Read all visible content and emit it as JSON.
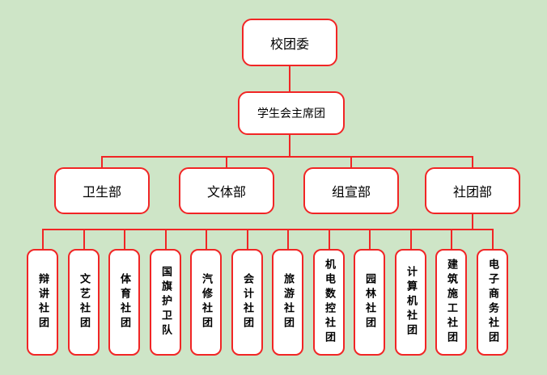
{
  "colors": {
    "background": "#cee5c7",
    "node_fill": "#ffffff",
    "accent_border": "#f12525",
    "text": "#000000"
  },
  "org": {
    "root": {
      "label": "校团委"
    },
    "presidium": {
      "label": "学生会主席团"
    },
    "departments": [
      {
        "label": "卫生部"
      },
      {
        "label": "文体部"
      },
      {
        "label": "组宣部"
      },
      {
        "label": "社团部"
      }
    ],
    "clubs": [
      {
        "label": "辩讲社团"
      },
      {
        "label": "文艺社团"
      },
      {
        "label": "体育社团"
      },
      {
        "label": "国旗护卫队"
      },
      {
        "label": "汽修社团"
      },
      {
        "label": "会计社团"
      },
      {
        "label": "旅游社团"
      },
      {
        "label": "机电数控社团"
      },
      {
        "label": "园林社团"
      },
      {
        "label": "计算机社团"
      },
      {
        "label": "建筑施工社团"
      },
      {
        "label": "电子商务社团"
      }
    ]
  }
}
